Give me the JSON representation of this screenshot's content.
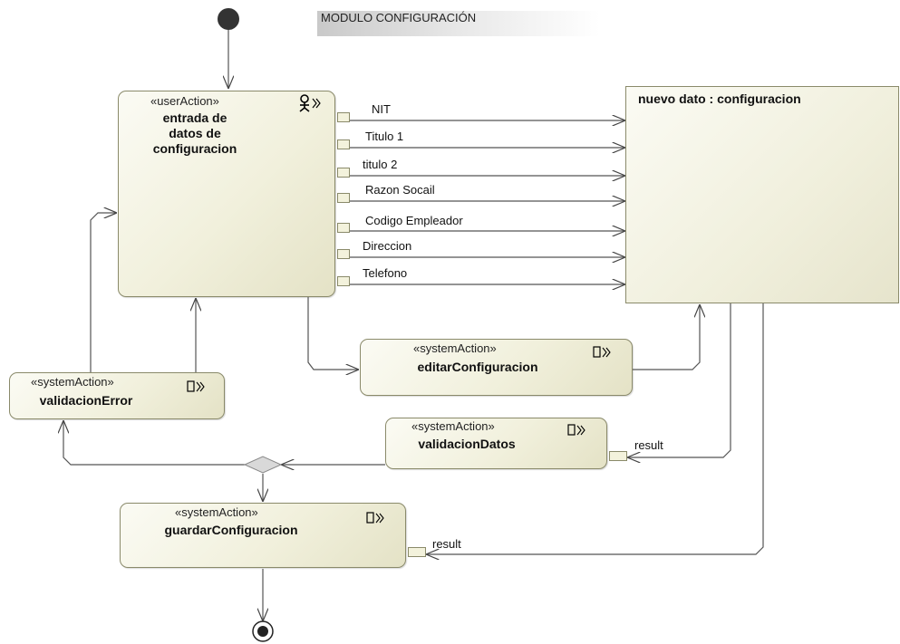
{
  "diagram_title": "MODULO CONFIGURACIÓN",
  "actions": {
    "entrada": {
      "stereotype": "«userAction»",
      "name_lines": [
        "entrada de",
        "datos de",
        "configuracion"
      ]
    },
    "editar": {
      "stereotype": "«systemAction»",
      "name": "editarConfiguracion"
    },
    "validacionError": {
      "stereotype": "«systemAction»",
      "name": "validacionError"
    },
    "validacionDatos": {
      "stereotype": "«systemAction»",
      "name": "validacionDatos",
      "pin_label": "result"
    },
    "guardar": {
      "stereotype": "«systemAction»",
      "name": "guardarConfiguracion",
      "pin_label": "result"
    }
  },
  "object_node": {
    "name": "nuevo dato : configuracion"
  },
  "flows": [
    "NIT",
    "Titulo 1",
    "titulo 2",
    "Razon Socail",
    "Codigo Empleador",
    "Direccion",
    "Telefono"
  ]
}
